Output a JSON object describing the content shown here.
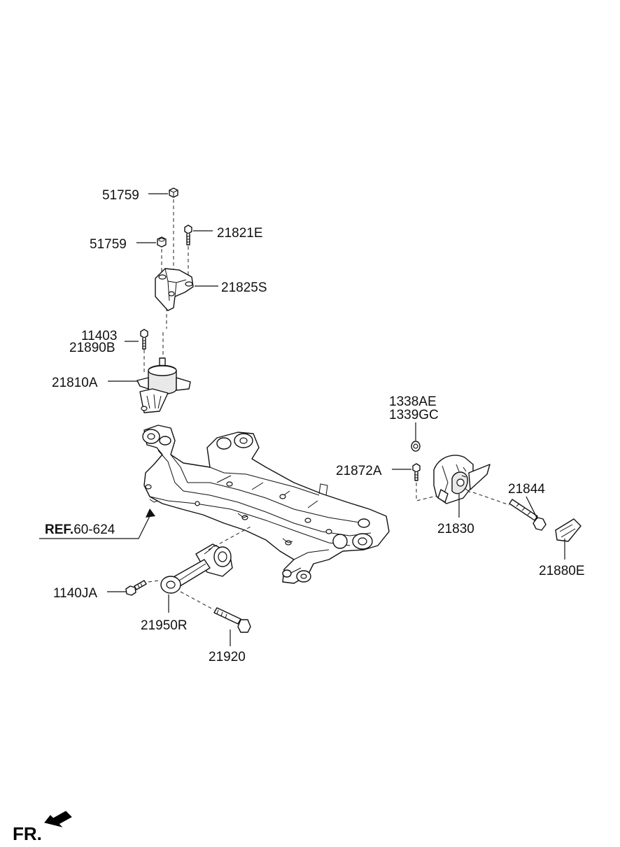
{
  "diagram": {
    "callouts": {
      "c51759_top": "51759",
      "c21821E": "21821E",
      "c51759_left": "51759",
      "c21825S": "21825S",
      "c11403": "11403",
      "c21890B": "21890B",
      "c21810A": "21810A",
      "c1338AE": "1338AE",
      "c1339GC": "1339GC",
      "c21872A": "21872A",
      "c21844": "21844",
      "c21830": "21830",
      "c21880E": "21880E",
      "ref_prefix": "REF.",
      "ref_number": "60-624",
      "c1140JA": "1140JA",
      "c21950R": "21950R",
      "c21920": "21920"
    },
    "direction_label": "FR."
  }
}
